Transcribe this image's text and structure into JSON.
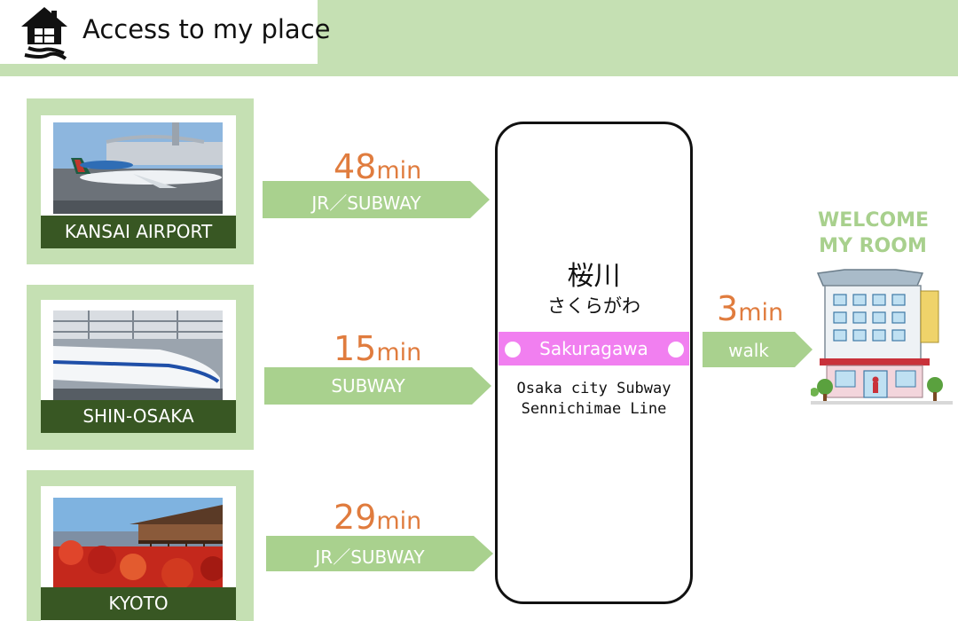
{
  "header": {
    "title": "Access to my place",
    "icon": "house-icon"
  },
  "origins": [
    {
      "label": "KANSAI AIRPORT",
      "photo": "airplane-photo",
      "minutes": "48",
      "unit": "min",
      "route": "JR／SUBWAY"
    },
    {
      "label": "SHIN-OSAKA",
      "photo": "bullet-train-photo",
      "minutes": "15",
      "unit": "min",
      "route": "SUBWAY"
    },
    {
      "label": "KYOTO",
      "photo": "temple-photo",
      "minutes": "29",
      "unit": "min",
      "route": "JR／SUBWAY"
    }
  ],
  "station": {
    "name_kanji": "桜川",
    "name_kana": "さくらがわ",
    "name_romaji": "Sakuragawa",
    "line_1": "Osaka city Subway",
    "line_2": "Sennichimae Line"
  },
  "walk": {
    "minutes": "3",
    "unit": "min",
    "route": "walk"
  },
  "destination": {
    "line_1": "WELCOME",
    "line_2": "MY ROOM",
    "icon": "hotel-building-illustration"
  },
  "colors": {
    "green_band": "#c5e0b3",
    "arrow_green": "#a9d18e",
    "label_dark_green": "#385723",
    "orange": "#e07c3e",
    "pink": "#f17ff0"
  }
}
